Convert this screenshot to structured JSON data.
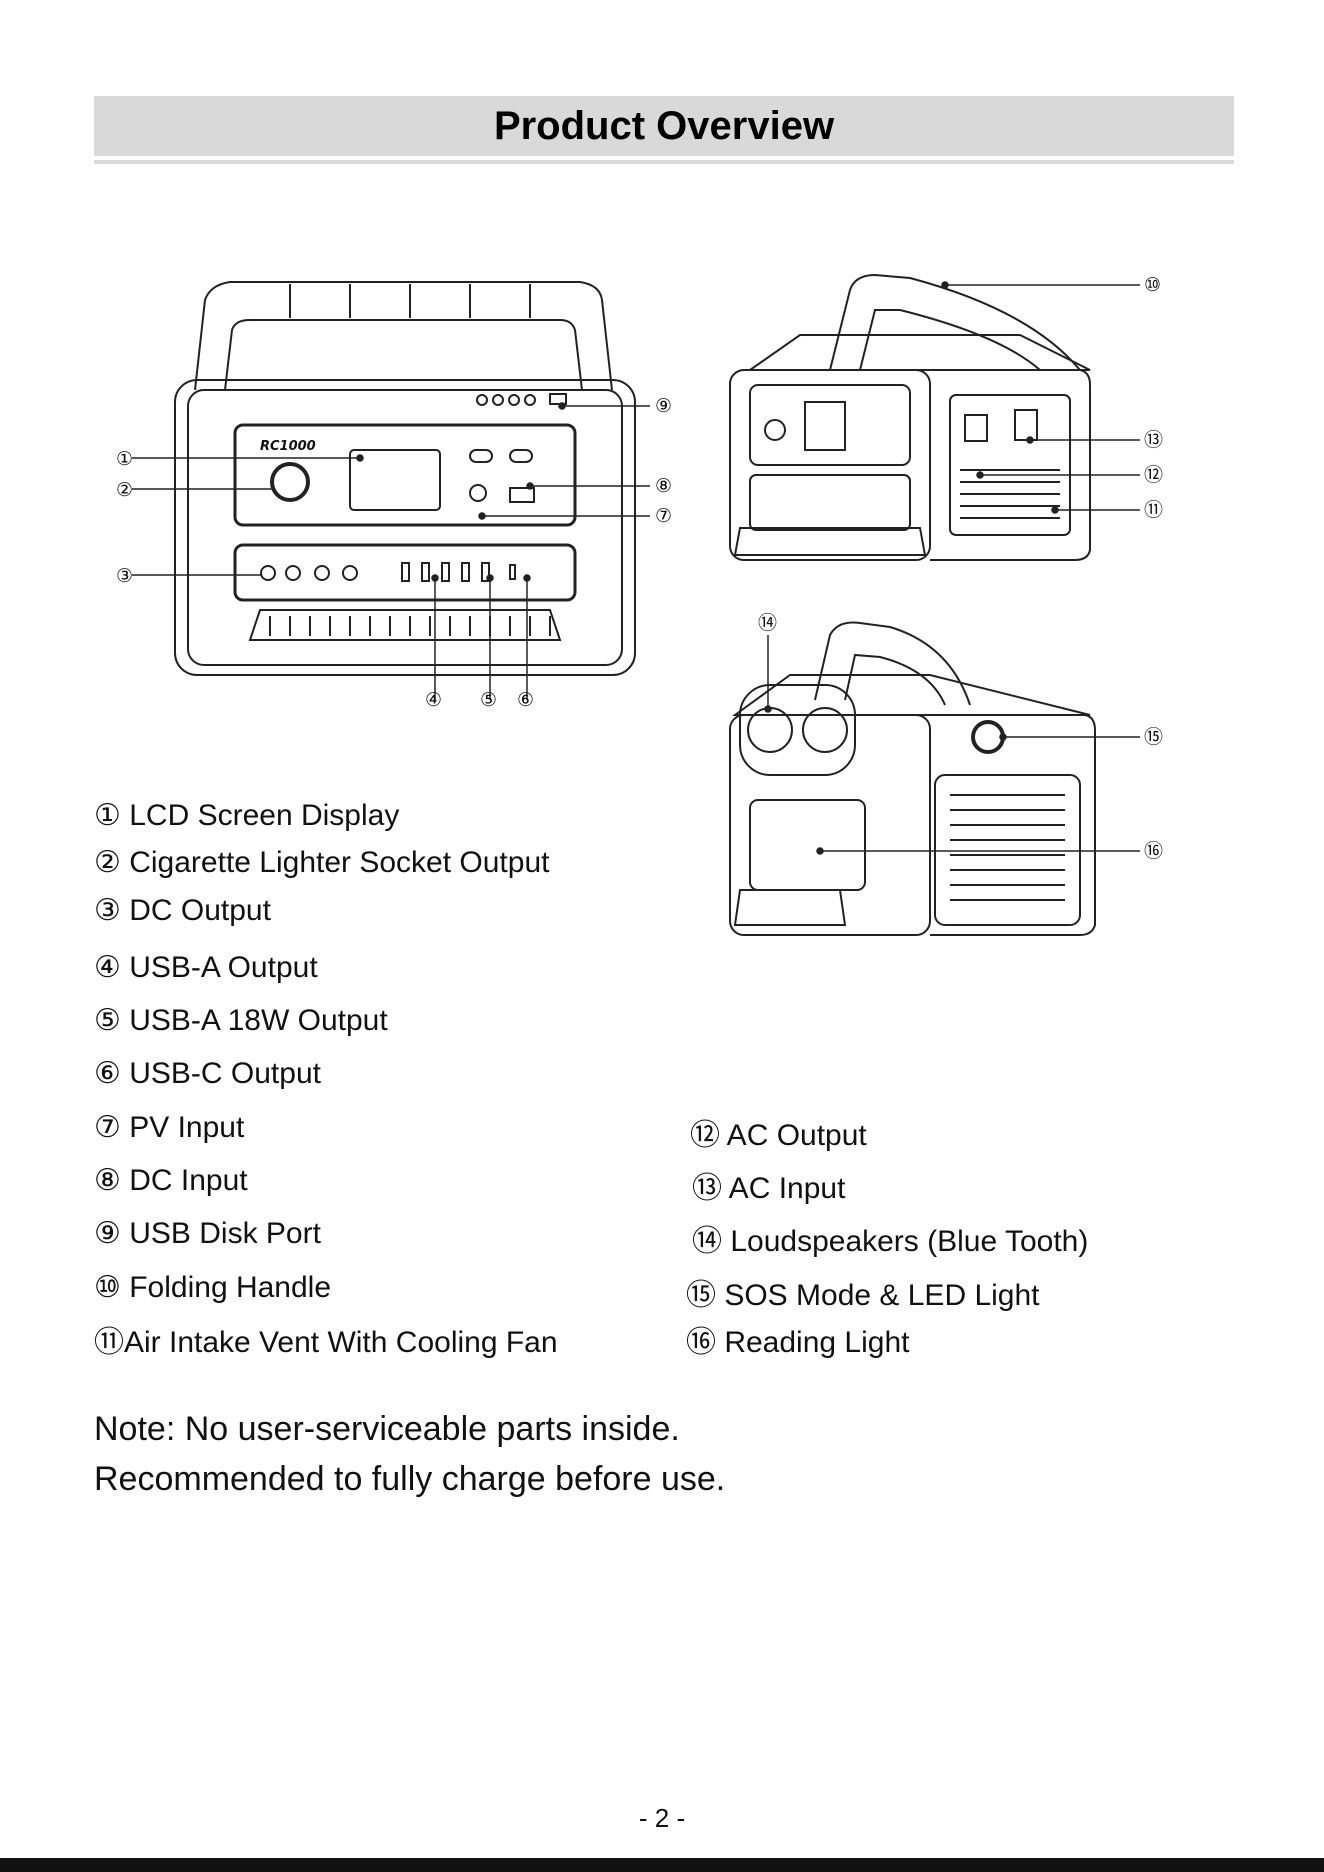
{
  "page": {
    "title": "Product Overview",
    "page_number": "- 2 -"
  },
  "figure": {
    "model_label": "RC1000",
    "callout_numbers": [
      "①",
      "②",
      "③",
      "④",
      "⑤",
      "⑥",
      "⑦",
      "⑧",
      "⑨",
      "⑩",
      "⑪",
      "⑫",
      "⑬",
      "⑭",
      "⑮",
      "⑯"
    ]
  },
  "legend": {
    "left": [
      "① LCD Screen Display",
      "② Cigarette Lighter Socket Output",
      "③ DC Output",
      "④ USB-A Output",
      "⑤ USB-A 18W Output",
      "⑥ USB-C Output",
      "⑦ PV Input",
      "⑧ DC Input",
      "⑨ USB Disk Port",
      "⑩ Folding Handle",
      "⑪Air Intake Vent With Cooling Fan"
    ],
    "right": [
      "⑫ AC Output",
      "⑬ AC Input",
      "⑭ Loudspeakers (Blue Tooth)",
      "⑮ SOS Mode & LED Light",
      "⑯ Reading Light"
    ]
  },
  "note": {
    "line1": "Note: No user-serviceable parts inside.",
    "line2": "Recommended to fully charge before use."
  }
}
